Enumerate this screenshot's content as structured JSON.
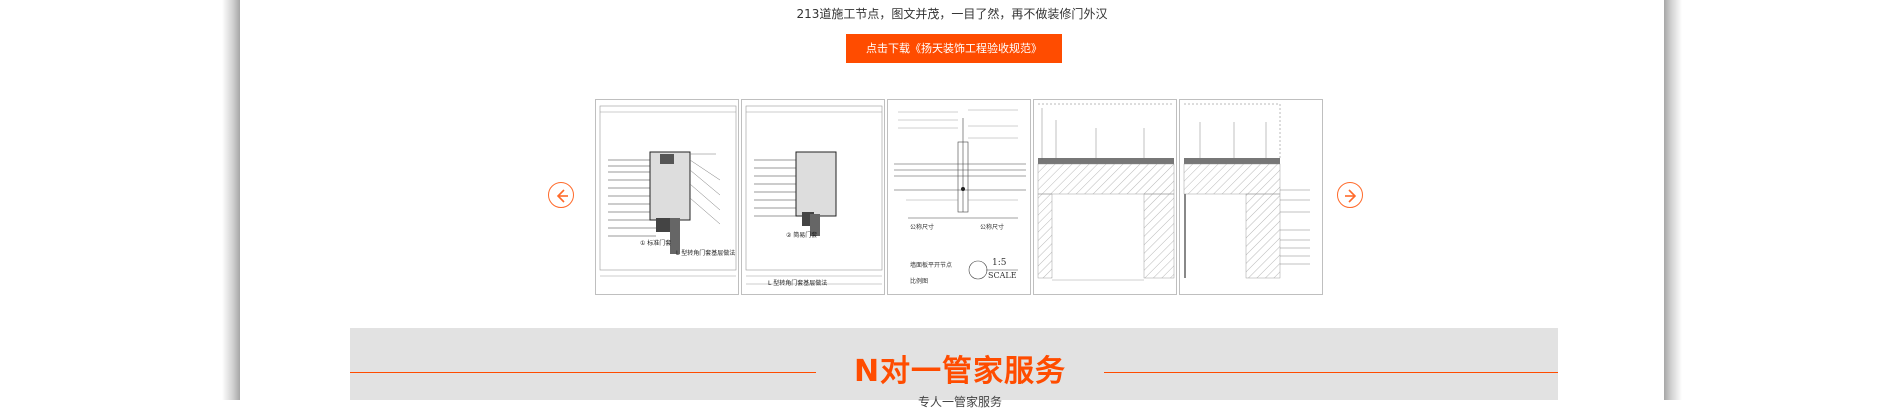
{
  "section_intro": {
    "subtitle": "213道施工节点，图文并茂，一目了然，再不做装修门外汉",
    "download_label": "点击下载《扬天装饰工程验收规范》"
  },
  "carousel": {
    "prev_icon": "arrow-left-icon",
    "next_icon": "arrow-right-icon",
    "accent_color": "#ff6a2a",
    "slides": [
      {
        "caption_a": "① 标准门套",
        "caption_b": "L 型转角门套基层做法"
      },
      {
        "caption_a": "② 简易门套",
        "caption_b": "L 型转角门套基层做法"
      },
      {
        "label_left": "公称尺寸",
        "label_right": "公称尺寸",
        "caption_a": "墙面板平开节点",
        "caption_b": "比例图",
        "scale_num": "1:5",
        "scale_word": "SCALE"
      },
      {},
      {}
    ]
  },
  "service": {
    "title": "N对一管家服务",
    "subtitle": "专人一管家服务",
    "accent_color": "#ff4c00"
  }
}
